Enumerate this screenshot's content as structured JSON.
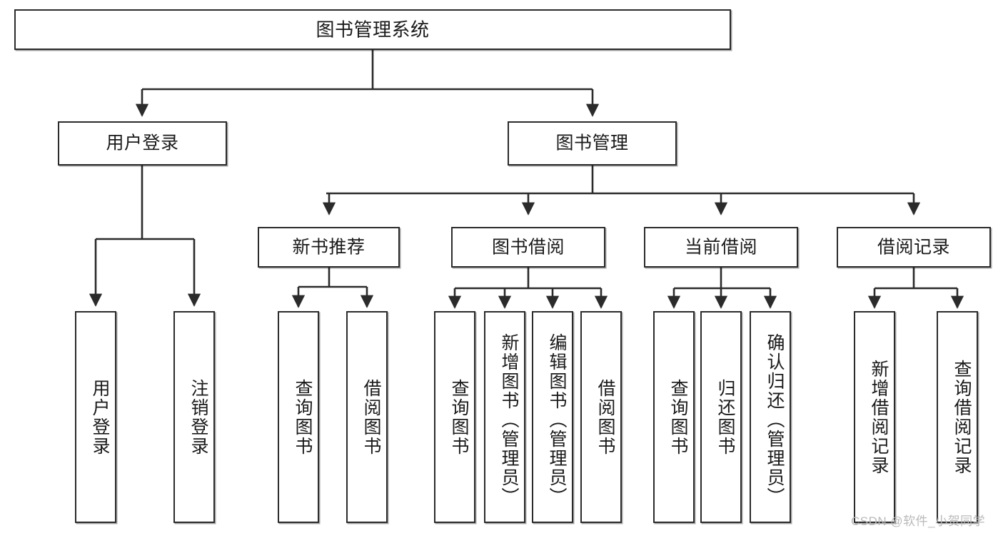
{
  "diagram": {
    "title": "图书管理系统",
    "watermark": "CSDN @软件_小贺同学",
    "colors": {
      "stroke": "#2b2b2b",
      "fill": "#ffffff",
      "text": "#1a1a1a",
      "watermark": "#b9b9b9"
    },
    "levels": {
      "root": {
        "label": "图书管理系统"
      },
      "level2": [
        {
          "label": "用户登录"
        },
        {
          "label": "图书管理"
        }
      ],
      "level3": [
        {
          "label": "新书推荐"
        },
        {
          "label": "图书借阅"
        },
        {
          "label": "当前借阅"
        },
        {
          "label": "借阅记录"
        }
      ]
    },
    "leaves": {
      "user_login": [
        {
          "label": "用户登录"
        },
        {
          "label": "注销登录"
        }
      ],
      "new_book_recommend": [
        {
          "label": "查询图书"
        },
        {
          "label": "借阅图书"
        }
      ],
      "book_borrow": [
        {
          "label": "查询图书"
        },
        {
          "label": "新增图书（管理员）"
        },
        {
          "label": "编辑图书（管理员）"
        },
        {
          "label": "借阅图书"
        }
      ],
      "current_borrow": [
        {
          "label": "查询图书"
        },
        {
          "label": "归还图书"
        },
        {
          "label": "确认归还（管理员）"
        }
      ],
      "borrow_record": [
        {
          "label": "新增借阅记录"
        },
        {
          "label": "查询借阅记录"
        }
      ]
    }
  }
}
